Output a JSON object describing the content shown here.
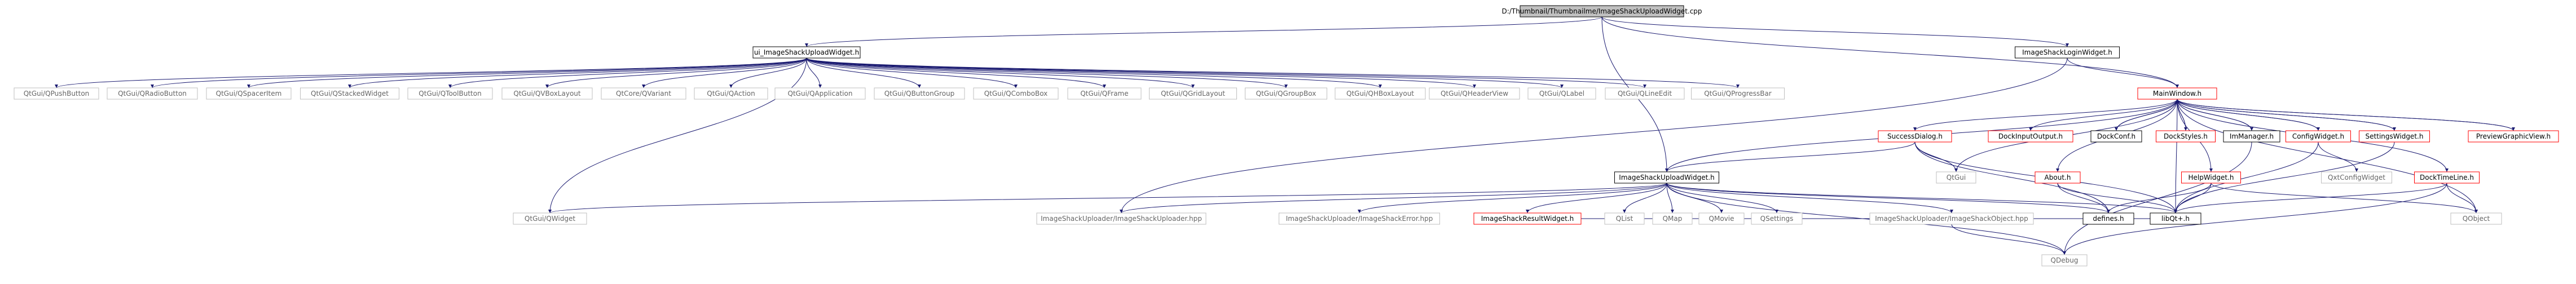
{
  "diagram": {
    "colors": {
      "edge": "#191970",
      "root_fill": "#bfbfbf",
      "local_border": "#000000",
      "red_border": "#ff0000",
      "external_border": "#bfbfbf",
      "external_text": "#666666"
    },
    "nodes": [
      {
        "id": "root",
        "label": "D:/Thumbnail/Thumbnailme/ImageShackUploadWidget.cpp",
        "kind": "root"
      },
      {
        "id": "ui_upload",
        "label": "ui_ImageShackUploadWidget.h",
        "kind": "local"
      },
      {
        "id": "login",
        "label": "ImageShackLoginWidget.h",
        "kind": "local"
      },
      {
        "id": "mainwindow",
        "label": "MainWindow.h",
        "kind": "red"
      },
      {
        "id": "pushbutton",
        "label": "QtGui/QPushButton",
        "kind": "external"
      },
      {
        "id": "radiobutton",
        "label": "QtGui/QRadioButton",
        "kind": "external"
      },
      {
        "id": "spaceritem",
        "label": "QtGui/QSpacerItem",
        "kind": "external"
      },
      {
        "id": "stackedwidget",
        "label": "QtGui/QStackedWidget",
        "kind": "external"
      },
      {
        "id": "toolbutton",
        "label": "QtGui/QToolButton",
        "kind": "external"
      },
      {
        "id": "vboxlayout",
        "label": "QtGui/QVBoxLayout",
        "kind": "external"
      },
      {
        "id": "variant",
        "label": "QtCore/QVariant",
        "kind": "external"
      },
      {
        "id": "action",
        "label": "QtGui/QAction",
        "kind": "external"
      },
      {
        "id": "application",
        "label": "QtGui/QApplication",
        "kind": "external"
      },
      {
        "id": "buttongroup",
        "label": "QtGui/QButtonGroup",
        "kind": "external"
      },
      {
        "id": "combobox",
        "label": "QtGui/QComboBox",
        "kind": "external"
      },
      {
        "id": "frame",
        "label": "QtGui/QFrame",
        "kind": "external"
      },
      {
        "id": "gridlayout",
        "label": "QtGui/QGridLayout",
        "kind": "external"
      },
      {
        "id": "groupbox",
        "label": "QtGui/QGroupBox",
        "kind": "external"
      },
      {
        "id": "hboxlayout",
        "label": "QtGui/QHBoxLayout",
        "kind": "external"
      },
      {
        "id": "headerview",
        "label": "QtGui/QHeaderView",
        "kind": "external"
      },
      {
        "id": "label",
        "label": "QtGui/QLabel",
        "kind": "external"
      },
      {
        "id": "lineedit",
        "label": "QtGui/QLineEdit",
        "kind": "external"
      },
      {
        "id": "progressbar",
        "label": "QtGui/QProgressBar",
        "kind": "external"
      },
      {
        "id": "successdialog",
        "label": "SuccessDialog.h",
        "kind": "red"
      },
      {
        "id": "dockinput",
        "label": "DockInputOutput.h",
        "kind": "red"
      },
      {
        "id": "dockconf",
        "label": "DockConf.h",
        "kind": "local"
      },
      {
        "id": "dockstyles",
        "label": "DockStyles.h",
        "kind": "red"
      },
      {
        "id": "imanager",
        "label": "ImManager.h",
        "kind": "local"
      },
      {
        "id": "configwidget",
        "label": "ConfigWidget.h",
        "kind": "red"
      },
      {
        "id": "settingswidget",
        "label": "SettingsWidget.h",
        "kind": "red"
      },
      {
        "id": "previewgraphic",
        "label": "PreviewGraphicView.h",
        "kind": "red"
      },
      {
        "id": "uploadwidget",
        "label": "ImageShackUploadWidget.h",
        "kind": "local"
      },
      {
        "id": "qtgui",
        "label": "QtGui",
        "kind": "external"
      },
      {
        "id": "about",
        "label": "About.h",
        "kind": "red"
      },
      {
        "id": "helpwidget",
        "label": "HelpWidget.h",
        "kind": "red"
      },
      {
        "id": "qxtconfig",
        "label": "QxtConfigWidget",
        "kind": "external"
      },
      {
        "id": "docktimeline",
        "label": "DockTimeLine.h",
        "kind": "red"
      },
      {
        "id": "qwidget",
        "label": "QtGui/QWidget",
        "kind": "external"
      },
      {
        "id": "uploader",
        "label": "ImageShackUploader/ImageShackUploader.hpp",
        "kind": "external"
      },
      {
        "id": "error",
        "label": "ImageShackUploader/ImageShackError.hpp",
        "kind": "external"
      },
      {
        "id": "resultwidget",
        "label": "ImageShackResultWidget.h",
        "kind": "red"
      },
      {
        "id": "qlist",
        "label": "QList",
        "kind": "external"
      },
      {
        "id": "qmap",
        "label": "QMap",
        "kind": "external"
      },
      {
        "id": "qmovie",
        "label": "QMovie",
        "kind": "external"
      },
      {
        "id": "qsettings",
        "label": "QSettings",
        "kind": "external"
      },
      {
        "id": "object_hpp",
        "label": "ImageShackUploader/ImageShackObject.hpp",
        "kind": "external"
      },
      {
        "id": "defines",
        "label": "defines.h",
        "kind": "local"
      },
      {
        "id": "libqt",
        "label": "libQt+.h",
        "kind": "local"
      },
      {
        "id": "qobject",
        "label": "QObject",
        "kind": "external"
      },
      {
        "id": "qdebug",
        "label": "QDebug",
        "kind": "external"
      }
    ],
    "edges": [
      [
        "root",
        "ui_upload"
      ],
      [
        "root",
        "login"
      ],
      [
        "root",
        "mainwindow"
      ],
      [
        "root",
        "uploadwidget"
      ],
      [
        "ui_upload",
        "pushbutton"
      ],
      [
        "ui_upload",
        "radiobutton"
      ],
      [
        "ui_upload",
        "spaceritem"
      ],
      [
        "ui_upload",
        "stackedwidget"
      ],
      [
        "ui_upload",
        "toolbutton"
      ],
      [
        "ui_upload",
        "vboxlayout"
      ],
      [
        "ui_upload",
        "variant"
      ],
      [
        "ui_upload",
        "action"
      ],
      [
        "ui_upload",
        "application"
      ],
      [
        "ui_upload",
        "buttongroup"
      ],
      [
        "ui_upload",
        "combobox"
      ],
      [
        "ui_upload",
        "frame"
      ],
      [
        "ui_upload",
        "gridlayout"
      ],
      [
        "ui_upload",
        "groupbox"
      ],
      [
        "ui_upload",
        "hboxlayout"
      ],
      [
        "ui_upload",
        "headerview"
      ],
      [
        "ui_upload",
        "label"
      ],
      [
        "ui_upload",
        "lineedit"
      ],
      [
        "ui_upload",
        "progressbar"
      ],
      [
        "ui_upload",
        "qwidget"
      ],
      [
        "login",
        "mainwindow"
      ],
      [
        "login",
        "uploader"
      ],
      [
        "mainwindow",
        "successdialog"
      ],
      [
        "mainwindow",
        "dockinput"
      ],
      [
        "mainwindow",
        "dockconf"
      ],
      [
        "mainwindow",
        "dockstyles"
      ],
      [
        "mainwindow",
        "imanager"
      ],
      [
        "mainwindow",
        "configwidget"
      ],
      [
        "mainwindow",
        "settingswidget"
      ],
      [
        "mainwindow",
        "previewgraphic"
      ],
      [
        "mainwindow",
        "qtgui"
      ],
      [
        "mainwindow",
        "about"
      ],
      [
        "mainwindow",
        "helpwidget"
      ],
      [
        "mainwindow",
        "docktimeline"
      ],
      [
        "mainwindow",
        "libqt"
      ],
      [
        "mainwindow",
        "qobject"
      ],
      [
        "mainwindow",
        "uploadwidget"
      ],
      [
        "dockconf",
        "mainwindow"
      ],
      [
        "dockstyles",
        "mainwindow"
      ],
      [
        "imanager",
        "mainwindow"
      ],
      [
        "configwidget",
        "mainwindow"
      ],
      [
        "settingswidget",
        "mainwindow"
      ],
      [
        "previewgraphic",
        "mainwindow"
      ],
      [
        "successdialog",
        "uploadwidget"
      ],
      [
        "successdialog",
        "qtgui"
      ],
      [
        "successdialog",
        "libqt"
      ],
      [
        "successdialog",
        "defines"
      ],
      [
        "configwidget",
        "qxtconfig"
      ],
      [
        "configwidget",
        "libqt"
      ],
      [
        "settingswidget",
        "libqt"
      ],
      [
        "about",
        "libqt"
      ],
      [
        "about",
        "defines"
      ],
      [
        "helpwidget",
        "libqt"
      ],
      [
        "helpwidget",
        "defines"
      ],
      [
        "docktimeline",
        "qobject"
      ],
      [
        "docktimeline",
        "libqt"
      ],
      [
        "docktimeline",
        "qdebug"
      ],
      [
        "uploadwidget",
        "qwidget"
      ],
      [
        "uploadwidget",
        "uploader"
      ],
      [
        "uploadwidget",
        "error"
      ],
      [
        "uploadwidget",
        "resultwidget"
      ],
      [
        "uploadwidget",
        "qlist"
      ],
      [
        "uploadwidget",
        "qmap"
      ],
      [
        "uploadwidget",
        "qmovie"
      ],
      [
        "uploadwidget",
        "qsettings"
      ],
      [
        "uploadwidget",
        "object_hpp"
      ],
      [
        "uploadwidget",
        "defines"
      ],
      [
        "uploadwidget",
        "libqt"
      ],
      [
        "uploadwidget",
        "qdebug"
      ],
      [
        "resultwidget",
        "libqt"
      ],
      [
        "resultwidget",
        "defines"
      ],
      [
        "object_hpp",
        "qdebug"
      ],
      [
        "defines",
        "libqt"
      ],
      [
        "imanager",
        "qdebug"
      ],
      [
        "helpwidget",
        "qobject"
      ]
    ]
  }
}
